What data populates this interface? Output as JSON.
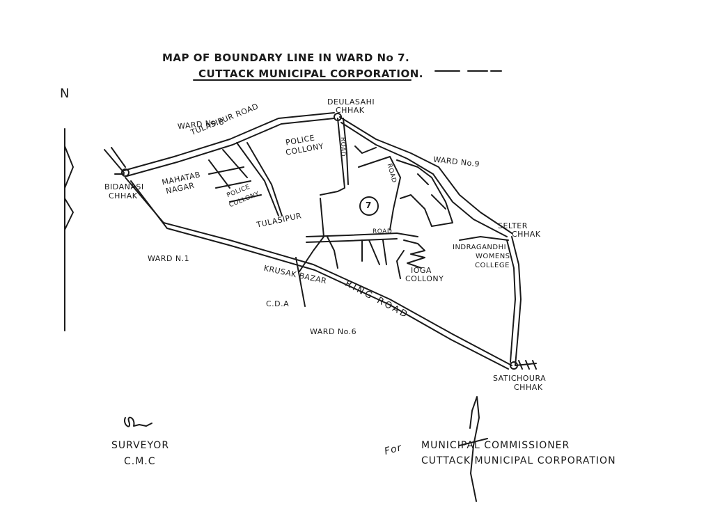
{
  "title": {
    "line1": "MAP OF BOUNDARY LINE  IN WARD No 7.",
    "line2": "CUTTACK MUNICIPAL CORPORATION."
  },
  "north_marker": "N",
  "ward_number": "7",
  "labels": {
    "ward8": "WARD No.8",
    "ward9": "WARD No.9",
    "ward1": "WARD N.1",
    "ward6": "WARD No.6",
    "tulasipur_road": "TULASIPUR ROAD",
    "deulasahi_1": "DEULASAHI",
    "deulasahi_2": "CHHAK",
    "police_collony_1": "POLICE",
    "police_collony_2": "COLLONY",
    "police_collony_b1": "POLICE",
    "police_collony_b2": "COLLONY",
    "road_vertical": "ROAD",
    "road_right": "ROAD",
    "road_mid": "ROAD",
    "bidanasi_1": "BIDANASI",
    "bidanasi_2": "CHHAK",
    "mahatab_1": "MAHATAB",
    "mahatab_2": "NAGAR",
    "tulasipur": "TULASIPUR",
    "selter_1": "SELTER",
    "selter_2": "CHHAK",
    "indragandhi_1": "INDRAGANDHI",
    "indragandhi_2": "WOMENS",
    "indragandhi_3": "COLLEGE",
    "ioga_1": "IOGA",
    "ioga_2": "COLLONY",
    "krusak_bazar": "KRUSAK BAZAR",
    "cda": "C.D.A",
    "ring_road": "RING ROAD",
    "satichoura_1": "SATICHOURA",
    "satichoura_2": "CHHAK"
  },
  "signatures": {
    "surveyor_1": "SURVEYOR",
    "surveyor_2": "C.M.C",
    "for": "For",
    "commissioner_1": "MUNICIPAL COMMISSIONER",
    "commissioner_2": "CUTTACK MUNICIPAL CORPORATION"
  },
  "colors": {
    "ink": "#1a1a1a",
    "paper": "#ffffff"
  }
}
